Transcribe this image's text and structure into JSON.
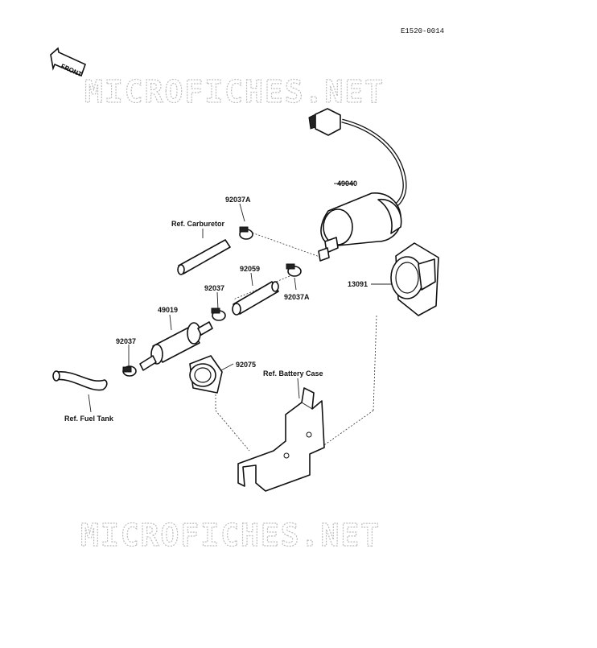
{
  "diagram_code": "E1520-0014",
  "front_label": "FRONT",
  "watermark_text": "MICROFICHES.NET",
  "parts": {
    "pump": "49040",
    "clamp_a_top": "92037A",
    "clamp_a_right": "92037A",
    "hose": "92059",
    "clamp_mid": "92037",
    "filter": "49019",
    "clamp_left": "92037",
    "bracket_clamp": "13091",
    "holder": "92075"
  },
  "refs": {
    "carburetor": "Ref. Carburetor",
    "battery_case": "Ref. Battery Case",
    "fuel_tank": "Ref. Fuel Tank"
  }
}
